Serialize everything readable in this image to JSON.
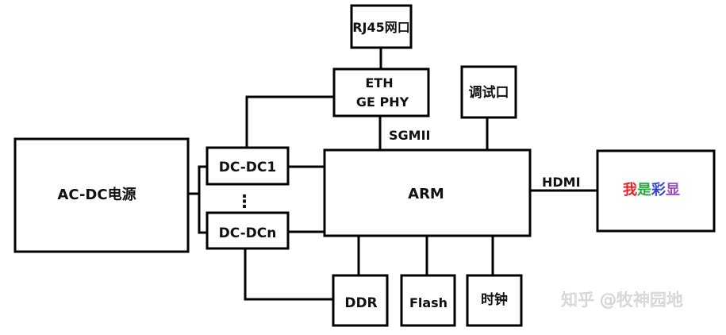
{
  "diagram": {
    "nodes": {
      "rj45": {
        "label": "RJ45网口"
      },
      "eth_phy": {
        "line1": "ETH",
        "line2": "GE PHY"
      },
      "debug": {
        "label": "调试口"
      },
      "acdc": {
        "label": "AC-DC电源"
      },
      "dcdc1": {
        "label": "DC-DC1"
      },
      "dcdcn": {
        "label": "DC-DCn"
      },
      "arm": {
        "label": "ARM"
      },
      "display": {
        "chars": [
          {
            "text": "我",
            "color": "#e8202a"
          },
          {
            "text": "是",
            "color": "#2aa844"
          },
          {
            "text": "彩",
            "color": "#3344cc"
          },
          {
            "text": "显",
            "color": "#9b4fc0"
          }
        ]
      },
      "ddr": {
        "label": "DDR"
      },
      "flash": {
        "label": "Flash"
      },
      "clock": {
        "label": "时钟"
      }
    },
    "edge_labels": {
      "sgmii": "SGMII",
      "hdmi": "HDMI"
    },
    "ellipsis": "⋮",
    "watermark": "知乎 @牧神园地"
  }
}
